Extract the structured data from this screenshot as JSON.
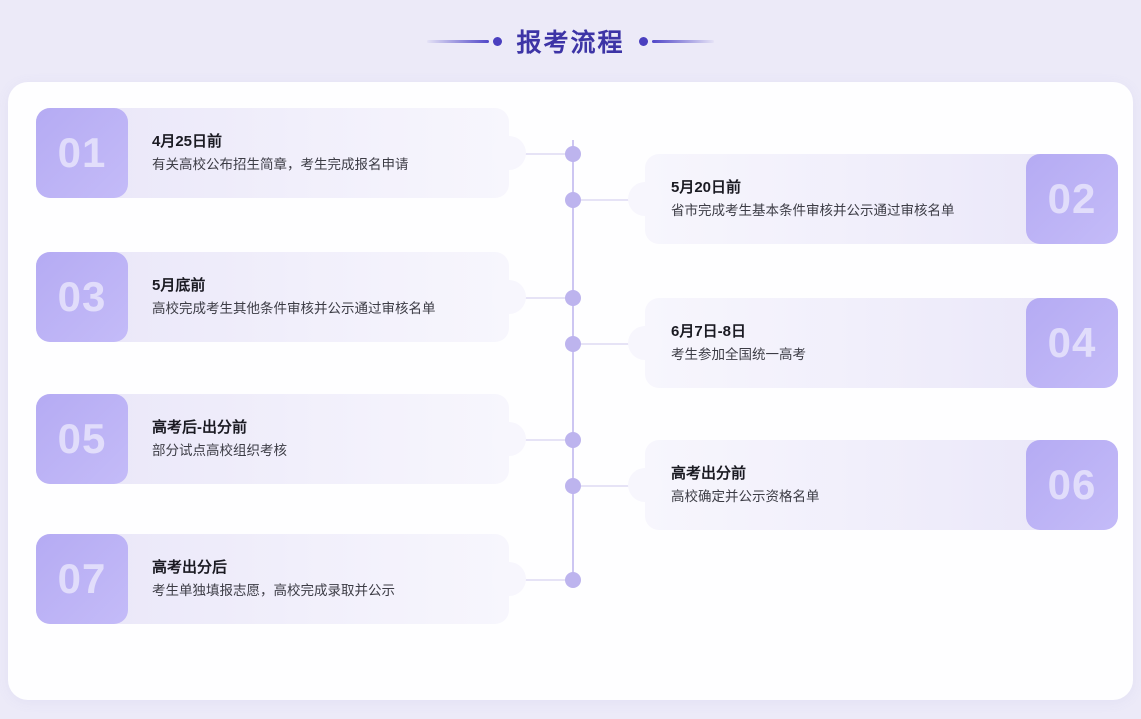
{
  "header": {
    "title": "报考流程",
    "decoration_color": "#4a3fbf",
    "title_color": "#3d34a6"
  },
  "theme": {
    "page_background": "#eceaf8",
    "panel_background": "#fefeff",
    "badge_gradient_from": "#b5abf3",
    "badge_gradient_to": "#c4bbf8",
    "card_gradient_from": "#e8e5f8",
    "card_gradient_to": "#f7f6fd",
    "timeline_line": "#cdc6f2",
    "timeline_dot": "#bdb4ee"
  },
  "timeline": {
    "steps": [
      {
        "number": "01",
        "side": "left",
        "title": "4月25日前",
        "desc": "有关高校公布招生简章，考生完成报名申请"
      },
      {
        "number": "02",
        "side": "right",
        "title": "5月20日前",
        "desc": "省市完成考生基本条件审核并公示通过审核名单"
      },
      {
        "number": "03",
        "side": "left",
        "title": "5月底前",
        "desc": "高校完成考生其他条件审核并公示通过审核名单"
      },
      {
        "number": "04",
        "side": "right",
        "title": "6月7日-8日",
        "desc": "考生参加全国统一高考"
      },
      {
        "number": "05",
        "side": "left",
        "title": "高考后-出分前",
        "desc": "部分试点高校组织考核"
      },
      {
        "number": "06",
        "side": "right",
        "title": "高考出分前",
        "desc": "高校确定并公示资格名单"
      },
      {
        "number": "07",
        "side": "left",
        "title": "高考出分后",
        "desc": "考生单独填报志愿，高校完成录取并公示"
      }
    ]
  }
}
